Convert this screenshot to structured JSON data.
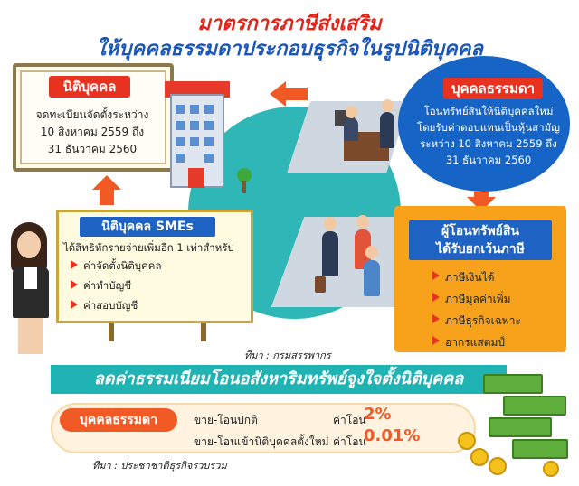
{
  "header": {
    "title_line1": "มาตรการภาษีส่งเสริม",
    "title_line2": "ให้บุคคลธรรมดาประกอบธุรกิจในรูปนิติบุคคล"
  },
  "juristic": {
    "tag": "นิติบุคคล",
    "line1": "จดทะเบียนจัดตั้งระหว่าง",
    "line2": "10 สิงหาคม 2559 ถึง",
    "line3": "31 ธันวาคม 2560"
  },
  "natural_person": {
    "tag": "บุคคลธรรมดา",
    "line1": "โอนทรัพย์สินให้นิติบุคคลใหม่",
    "line2": "โดยรับค่าตอบแทนเป็นหุ้นสามัญ",
    "line3": "ระหว่าง 10 สิงหาคม 2559 ถึง",
    "line4": "31 ธันวาคม 2560"
  },
  "sme": {
    "tag": "นิติบุคคล SMEs",
    "intro": "ได้สิทธิหักรายจ่ายเพิ่มอีก 1 เท่าสำหรับ",
    "items": [
      "ค่าจัดตั้งนิติบุคคล",
      "ค่าทำบัญชี",
      "ค่าสอบบัญชี"
    ]
  },
  "transferor": {
    "tag_line1": "ผู้โอนทรัพย์สิน",
    "tag_line2": "ได้รับยกเว้นภาษี",
    "items": [
      "ภาษีเงินได้",
      "ภาษีมูลค่าเพิ่ม",
      "ภาษีธุรกิจเฉพาะ",
      "อากรแสตมป์"
    ]
  },
  "source1": "ที่มา : กรมสรรพากร",
  "banner": "ลดค่าธรรมเนียมโอนอสังหาริมทรัพย์จูงใจตั้งนิติบุคคล",
  "fees": {
    "tag": "บุคคลธรรมดา",
    "row1_label": "ขาย-โอนปกติ",
    "row1_fee_label": "ค่าโอน",
    "row1_value": "2%",
    "row2_label": "ขาย-โอนเข้านิติบุคคลตั้งใหม่",
    "row2_fee_label": "ค่าโอน",
    "row2_value": "0.01%"
  },
  "source2": "ที่มา : ประชาชาติธุรกิจรวบรวม",
  "colors": {
    "title_red": "#e2231a",
    "title_blue": "#1a55b8",
    "accent_orange": "#f15a24",
    "teal": "#20b3b3",
    "blue": "#1e63c4"
  }
}
